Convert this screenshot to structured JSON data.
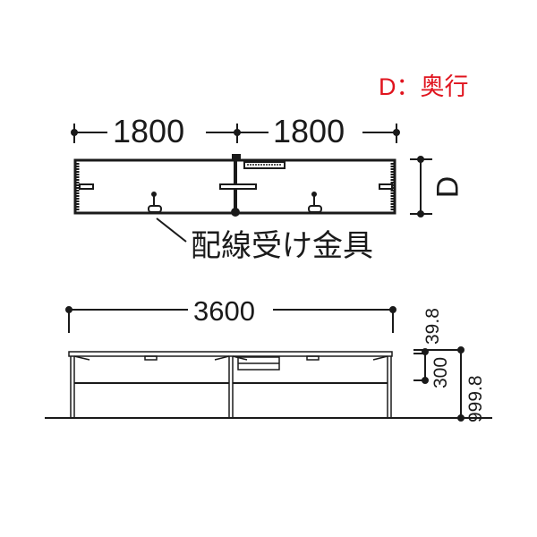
{
  "legend": {
    "text": "D：奥行",
    "color": "#e0141e"
  },
  "plan_view": {
    "width_left": "1800",
    "width_right": "1800",
    "depth_label": "D",
    "callout": "配線受け金具"
  },
  "elevation_view": {
    "total_width": "3600",
    "dim_top_offset": "39.8",
    "dim_panel_height": "300",
    "dim_total_height": "999.8"
  },
  "colors": {
    "line": "#1a1a1a",
    "legend": "#e0141e"
  }
}
